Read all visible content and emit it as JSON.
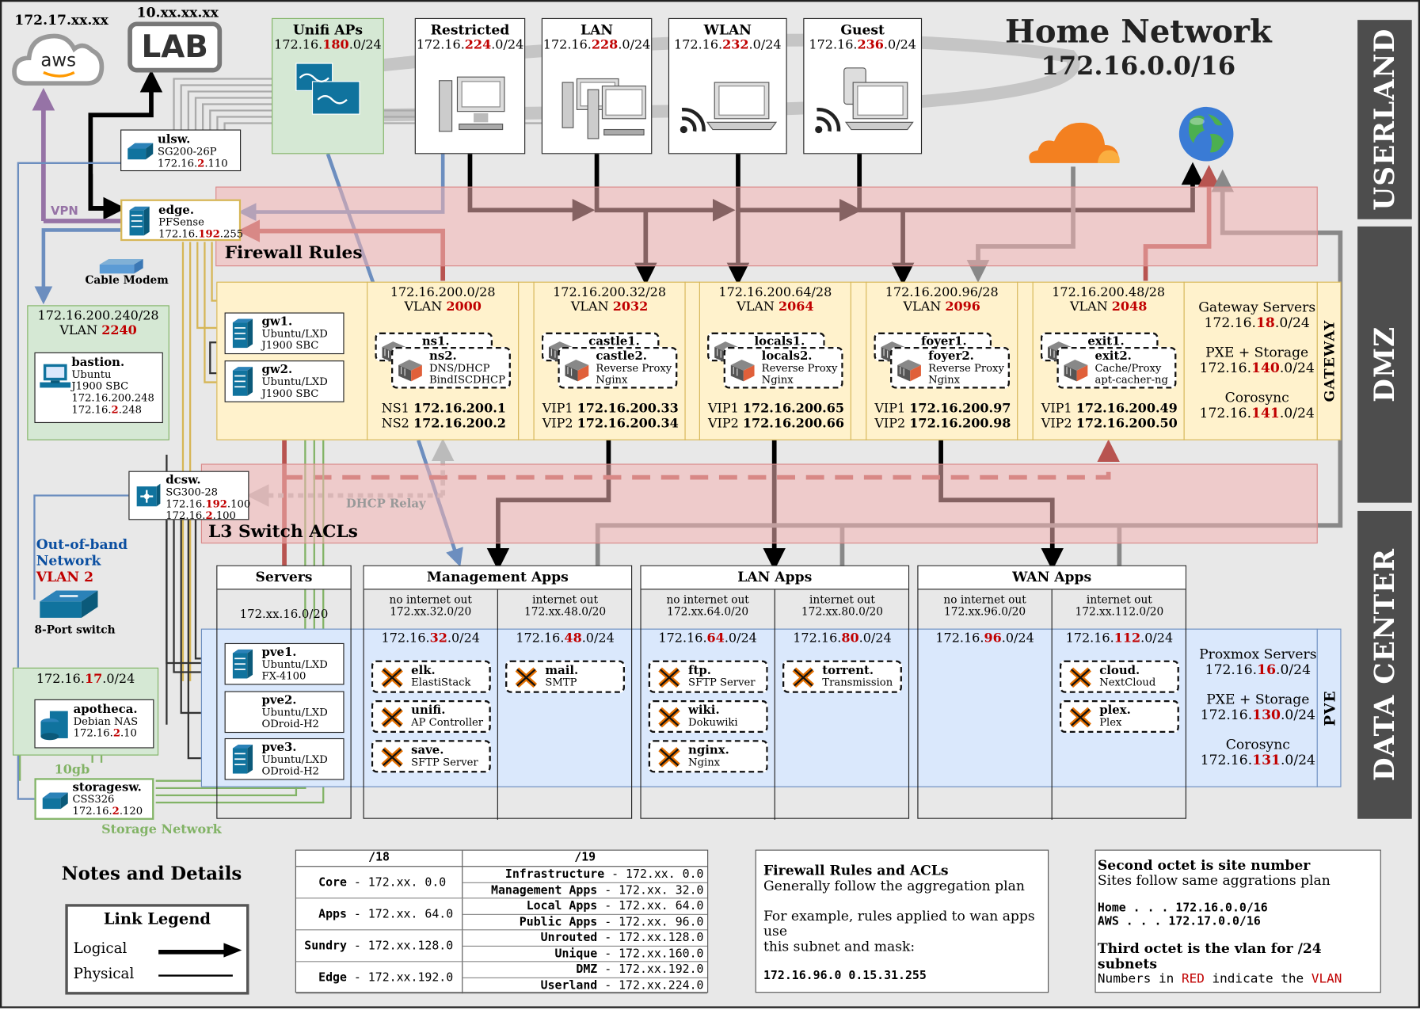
{
  "title": {
    "main": "Home Network",
    "cidr": "172.16.0.0/16"
  },
  "sidebar": {
    "userland": "USERLAND",
    "dmz": "DMZ",
    "datacenter": "DATA CENTER"
  },
  "top": {
    "aws_ip": "172.17.xx.xx",
    "aws_logo": "aws",
    "lab_ip": "10.xx.xx.xx",
    "lab_label": "LAB",
    "unifi": {
      "title": "Unifi APs",
      "pre": "172.16.",
      "octet": "180",
      "post": ".0/24"
    },
    "restricted": {
      "title": "Restricted",
      "pre": "172.16.",
      "octet": "224",
      "post": ".0/24"
    },
    "lan": {
      "title": "LAN",
      "pre": "172.16.",
      "octet": "228",
      "post": ".0/24"
    },
    "wlan": {
      "title": "WLAN",
      "pre": "172.16.",
      "octet": "232",
      "post": ".0/24"
    },
    "guest": {
      "title": "Guest",
      "pre": "172.16.",
      "octet": "236",
      "post": ".0/24"
    }
  },
  "devices": {
    "ulsw": {
      "name": "ulsw.",
      "model": "SG200-26P",
      "ip_pre": "172.16.",
      "ip_oct": "2",
      "ip_post": ".110"
    },
    "edge": {
      "name": "edge.",
      "model": "PFSense",
      "ip_pre": "172.16.",
      "ip_oct": "192",
      "ip_post": ".255"
    },
    "modem": "Cable Modem",
    "vpn": "VPN",
    "gw1": {
      "name": "gw1.",
      "os": "Ubuntu/LXD",
      "hw": "J1900 SBC"
    },
    "gw2": {
      "name": "gw2.",
      "os": "Ubuntu/LXD",
      "hw": "J1900 SBC"
    },
    "bastion": {
      "name": "bastion.",
      "os": "Ubuntu",
      "hw": "J1900 SBC",
      "ip1": "172.16.200.248",
      "ip_pre": "172.16.",
      "ip_oct": "2",
      "ip_post": ".248"
    },
    "bastion_zone": {
      "cidr": "172.16.200.240/28",
      "vlan_pre": "VLAN ",
      "vlan": "2240"
    },
    "dcsw": {
      "name": "dcsw.",
      "model": "SG300-28",
      "ip1_pre": "172.16.",
      "ip1_oct": "192",
      "ip1_post": ".100",
      "ip2_pre": "172.16.",
      "ip2_oct": "2",
      "ip2_post": ".100"
    },
    "dhcp_relay": "DHCP Relay",
    "oob": {
      "line1": "Out-of-band",
      "line2": "Network",
      "vlan": "VLAN 2"
    },
    "port8": "8-Port switch",
    "storage_zone": {
      "pre": "172.16.",
      "oct": "17",
      "post": ".0/24"
    },
    "apotheca": {
      "name": "apotheca.",
      "os": "Debian NAS",
      "ip_pre": "172.16.",
      "ip_oct": "2",
      "ip_post": ".10"
    },
    "tengb": "10gb",
    "storagesw": {
      "name": "storagesw.",
      "model": "CSS326",
      "ip_pre": "172.16.",
      "ip_oct": "2",
      "ip_post": ".120"
    },
    "storage_net": "Storage Network",
    "pve1": {
      "name": "pve1.",
      "os": "Ubuntu/LXD",
      "hw": "FX-4100"
    },
    "pve2": {
      "name": "pve2.",
      "os": "Ubuntu/LXD",
      "hw": "ODroid-H2"
    },
    "pve3": {
      "name": "pve3.",
      "os": "Ubuntu/LXD",
      "hw": "ODroid-H2"
    }
  },
  "zones": {
    "firewall": "Firewall Rules",
    "l3": "L3 Switch ACLs",
    "gateway": "GATEWAY",
    "pve": "PVE"
  },
  "dmz_vlans": [
    {
      "cidr": "172.16.200.0/28",
      "vlan": "2000",
      "h1": "ns1.",
      "h2": "ns2.",
      "s1": "DNS/DHCP",
      "s2": "BindISCDHCP",
      "k1": "NS1",
      "v1": "172.16.200.1",
      "k2": "NS2",
      "v2": "172.16.200.2"
    },
    {
      "cidr": "172.16.200.32/28",
      "vlan": "2032",
      "h1": "castle1.",
      "h2": "castle2.",
      "s1": "Reverse Proxy",
      "s2": "Nginx",
      "k1": "VIP1",
      "v1": "172.16.200.33",
      "k2": "VIP2",
      "v2": "172.16.200.34"
    },
    {
      "cidr": "172.16.200.64/28",
      "vlan": "2064",
      "h1": "locals1.",
      "h2": "locals2.",
      "s1": "Reverse Proxy",
      "s2": "Nginx",
      "k1": "VIP1",
      "v1": "172.16.200.65",
      "k2": "VIP2",
      "v2": "172.16.200.66"
    },
    {
      "cidr": "172.16.200.96/28",
      "vlan": "2096",
      "h1": "foyer1.",
      "h2": "foyer2.",
      "s1": "Reverse Proxy",
      "s2": "Nginx",
      "k1": "VIP1",
      "v1": "172.16.200.97",
      "k2": "VIP2",
      "v2": "172.16.200.98"
    },
    {
      "cidr": "172.16.200.48/28",
      "vlan": "2048",
      "h1": "exit1.",
      "h2": "exit2.",
      "s1": "Cache/Proxy",
      "s2": "apt-cacher-ng",
      "k1": "VIP1",
      "v1": "172.16.200.49",
      "k2": "VIP2",
      "v2": "172.16.200.50"
    }
  ],
  "vlan_prefix": "VLAN ",
  "gateway_info": [
    {
      "label": "Gateway Servers",
      "pre": "172.16.",
      "oct": "18",
      "post": ".0/24"
    },
    {
      "label": "PXE + Storage",
      "pre": "172.16.",
      "oct": "140",
      "post": ".0/24"
    },
    {
      "label": "Corosync",
      "pre": "172.16.",
      "oct": "141",
      "post": ".0/24"
    }
  ],
  "pve_info": [
    {
      "label": "Proxmox Servers",
      "pre": "172.16.",
      "oct": "16",
      "post": ".0/24"
    },
    {
      "label": "PXE + Storage",
      "pre": "172.16.",
      "oct": "130",
      "post": ".0/24"
    },
    {
      "label": "Corosync",
      "pre": "172.16.",
      "oct": "131",
      "post": ".0/24"
    }
  ],
  "datacenter": {
    "servers": {
      "title": "Servers",
      "cidr": "172.xx.16.0/20"
    },
    "groups": [
      {
        "title": "Management Apps",
        "cols": [
          {
            "head": "no internet out",
            "cidr": "172.xx.32.0/20",
            "pre": "172.16.",
            "oct": "32",
            "post": ".0/24",
            "apps": [
              {
                "n": "elk.",
                "d": "ElastiStack"
              },
              {
                "n": "unifi.",
                "d": "AP Controller"
              },
              {
                "n": "save.",
                "d": "SFTP Server"
              }
            ]
          },
          {
            "head": "internet out",
            "cidr": "172.xx.48.0/20",
            "pre": "172.16.",
            "oct": "48",
            "post": ".0/24",
            "apps": [
              {
                "n": "mail.",
                "d": "SMTP"
              }
            ]
          }
        ]
      },
      {
        "title": "LAN Apps",
        "cols": [
          {
            "head": "no internet out",
            "cidr": "172.xx.64.0/20",
            "pre": "172.16.",
            "oct": "64",
            "post": ".0/24",
            "apps": [
              {
                "n": "ftp.",
                "d": "SFTP Server"
              },
              {
                "n": "wiki.",
                "d": "Dokuwiki"
              },
              {
                "n": "nginx.",
                "d": "Nginx"
              }
            ]
          },
          {
            "head": "internet out",
            "cidr": "172.xx.80.0/20",
            "pre": "172.16.",
            "oct": "80",
            "post": ".0/24",
            "apps": [
              {
                "n": "torrent.",
                "d": "Transmission"
              }
            ]
          }
        ]
      },
      {
        "title": "WAN Apps",
        "cols": [
          {
            "head": "no internet out",
            "cidr": "172.xx.96.0/20",
            "pre": "172.16.",
            "oct": "96",
            "post": ".0/24",
            "apps": []
          },
          {
            "head": "internet out",
            "cidr": "172.xx.112.0/20",
            "pre": "172.16.",
            "oct": "112",
            "post": ".0/24",
            "apps": [
              {
                "n": "cloud.",
                "d": "NextCloud"
              },
              {
                "n": "plex.",
                "d": "Plex"
              }
            ]
          }
        ]
      }
    ]
  },
  "notes": {
    "title": "Notes and Details",
    "legend_title": "Link Legend",
    "legend_logical": "Logical",
    "legend_physical": "Physical",
    "agg_head18": "/18",
    "agg_head19": "/19",
    "agg18": [
      {
        "name": "Core",
        "ip": "- 172.xx.  0.0"
      },
      {
        "name": "Apps",
        "ip": "- 172.xx. 64.0"
      },
      {
        "name": "Sundry",
        "ip": "- 172.xx.128.0"
      },
      {
        "name": "Edge",
        "ip": "- 172.xx.192.0"
      }
    ],
    "agg19": [
      {
        "name": "Infrastructure",
        "ip": "- 172.xx.  0.0"
      },
      {
        "name": "Management Apps",
        "ip": "- 172.xx. 32.0"
      },
      {
        "name": "Local Apps",
        "ip": "- 172.xx. 64.0"
      },
      {
        "name": "Public Apps",
        "ip": "- 172.xx. 96.0"
      },
      {
        "name": "Unrouted",
        "ip": "- 172.xx.128.0"
      },
      {
        "name": "Unique",
        "ip": "- 172.xx.160.0"
      },
      {
        "name": "DMZ",
        "ip": "- 172.xx.192.0"
      },
      {
        "name": "Userland",
        "ip": "- 172.xx.224.0"
      }
    ],
    "fw_title": "Firewall Rules and ACLs",
    "fw_line1": "Generally follow the aggregation plan",
    "fw_line2": "For example, rules applied to wan apps use",
    "fw_line3": "this subnet and mask:",
    "fw_code": "172.16.96.0 0.15.31.255",
    "site_title": "Second octet is site number",
    "site_line": "Sites follow same aggrations plan",
    "site_home": "Home . . . 172.16.0.0/16",
    "site_aws": "AWS  . . . 172.17.0.0/16",
    "third_title": "Third octet is the vlan for /24 subnets",
    "third_pre": "Numbers in ",
    "third_red": "RED",
    "third_mid": " indicate the ",
    "third_vlan": "VLAN"
  },
  "colors": {
    "red": "#c00000",
    "pink": "#f2b2b2",
    "yellow": "#fff2cc",
    "green": "#d5e8d4",
    "blue": "#dae8fc",
    "sidebar": "#4d4d4d",
    "link_blue": "#6c8ebf",
    "link_red": "#b85450",
    "link_purple": "#9673a6"
  }
}
